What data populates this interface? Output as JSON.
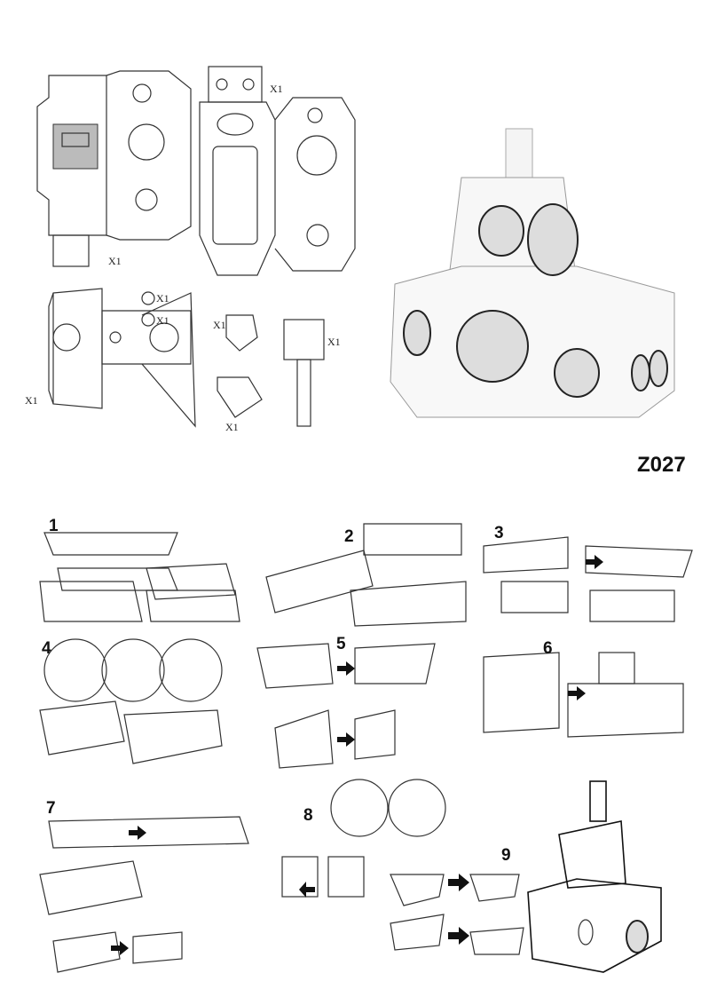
{
  "product_code": "Z027",
  "quantity_labels": [
    "X1",
    "X1",
    "X1",
    "X1",
    "X1",
    "X1",
    "X1",
    "X1"
  ],
  "steps": [
    "1",
    "2",
    "3",
    "4",
    "5",
    "6",
    "7",
    "8",
    "9"
  ],
  "colors": {
    "line": "#333333",
    "window": "#dddddd",
    "ink": "#111111"
  }
}
